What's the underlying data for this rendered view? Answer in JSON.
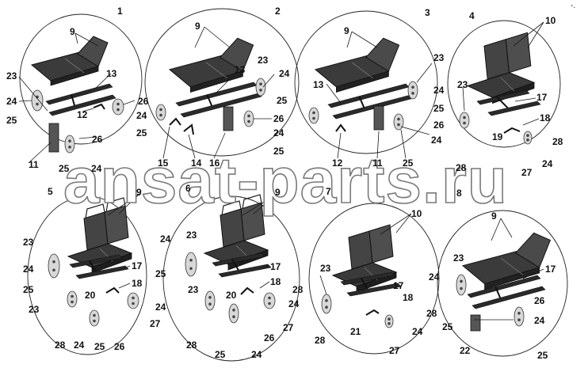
{
  "diagram": {
    "watermark": "ansat-parts.ru",
    "corner_mark": "-."
  },
  "callouts": [
    {
      "id": "c1",
      "text": "1"
    },
    {
      "id": "c2",
      "text": "2"
    },
    {
      "id": "c3",
      "text": "3"
    },
    {
      "id": "c4",
      "text": "4"
    },
    {
      "id": "c5",
      "text": "5"
    },
    {
      "id": "c6",
      "text": "6"
    },
    {
      "id": "c7",
      "text": "7"
    },
    {
      "id": "c8",
      "text": "8"
    },
    {
      "id": "a9",
      "text": "9"
    },
    {
      "id": "a23",
      "text": "23"
    },
    {
      "id": "a13",
      "text": "13"
    },
    {
      "id": "a24",
      "text": "24"
    },
    {
      "id": "a25",
      "text": "25"
    },
    {
      "id": "a12",
      "text": "12"
    },
    {
      "id": "a26",
      "text": "26"
    },
    {
      "id": "a24b",
      "text": "24"
    },
    {
      "id": "a25b",
      "text": "25"
    },
    {
      "id": "a26b",
      "text": "26"
    },
    {
      "id": "a11",
      "text": "11"
    },
    {
      "id": "a25c",
      "text": "25"
    },
    {
      "id": "a24c",
      "text": "24"
    },
    {
      "id": "b9",
      "text": "9"
    },
    {
      "id": "b23",
      "text": "23"
    },
    {
      "id": "b24",
      "text": "24"
    },
    {
      "id": "b13",
      "text": "13"
    },
    {
      "id": "b25",
      "text": "25"
    },
    {
      "id": "b26",
      "text": "26"
    },
    {
      "id": "b24b",
      "text": "24"
    },
    {
      "id": "b25b",
      "text": "25"
    },
    {
      "id": "b15",
      "text": "15"
    },
    {
      "id": "b14",
      "text": "14"
    },
    {
      "id": "b16",
      "text": "16"
    },
    {
      "id": "d9",
      "text": "9"
    },
    {
      "id": "d23",
      "text": "23"
    },
    {
      "id": "d13",
      "text": "13"
    },
    {
      "id": "d24",
      "text": "24"
    },
    {
      "id": "d25",
      "text": "25"
    },
    {
      "id": "d26",
      "text": "26"
    },
    {
      "id": "d24b",
      "text": "24"
    },
    {
      "id": "d12",
      "text": "12"
    },
    {
      "id": "d11",
      "text": "11"
    },
    {
      "id": "d25b",
      "text": "25"
    },
    {
      "id": "e10",
      "text": "10"
    },
    {
      "id": "e23",
      "text": "23"
    },
    {
      "id": "e17",
      "text": "17"
    },
    {
      "id": "e18",
      "text": "18"
    },
    {
      "id": "e19",
      "text": "19"
    },
    {
      "id": "e28",
      "text": "28"
    },
    {
      "id": "e28b",
      "text": "28"
    },
    {
      "id": "e27",
      "text": "27"
    },
    {
      "id": "e24",
      "text": "24"
    },
    {
      "id": "f9",
      "text": "9"
    },
    {
      "id": "f23",
      "text": "23"
    },
    {
      "id": "f24",
      "text": "24"
    },
    {
      "id": "f25",
      "text": "25"
    },
    {
      "id": "f17",
      "text": "17"
    },
    {
      "id": "f18",
      "text": "18"
    },
    {
      "id": "f20",
      "text": "20"
    },
    {
      "id": "f23b",
      "text": "23"
    },
    {
      "id": "f24b",
      "text": "24"
    },
    {
      "id": "f27",
      "text": "27"
    },
    {
      "id": "f28",
      "text": "28"
    },
    {
      "id": "f24c",
      "text": "24"
    },
    {
      "id": "f25b",
      "text": "25"
    },
    {
      "id": "f26",
      "text": "26"
    },
    {
      "id": "g9",
      "text": "9"
    },
    {
      "id": "g24",
      "text": "24"
    },
    {
      "id": "g23",
      "text": "23"
    },
    {
      "id": "g25",
      "text": "25"
    },
    {
      "id": "g17",
      "text": "17"
    },
    {
      "id": "g18",
      "text": "18"
    },
    {
      "id": "g23b",
      "text": "23"
    },
    {
      "id": "g20",
      "text": "20"
    },
    {
      "id": "g28",
      "text": "28"
    },
    {
      "id": "g24b",
      "text": "24"
    },
    {
      "id": "g28b",
      "text": "28"
    },
    {
      "id": "g27",
      "text": "27"
    },
    {
      "id": "g25b",
      "text": "25"
    },
    {
      "id": "g24c",
      "text": "24"
    },
    {
      "id": "g26",
      "text": "26"
    },
    {
      "id": "h10",
      "text": "10"
    },
    {
      "id": "h23",
      "text": "23"
    },
    {
      "id": "h17",
      "text": "17"
    },
    {
      "id": "h18",
      "text": "18"
    },
    {
      "id": "h28",
      "text": "28"
    },
    {
      "id": "h21",
      "text": "21"
    },
    {
      "id": "h24",
      "text": "24"
    },
    {
      "id": "h27",
      "text": "27"
    },
    {
      "id": "h28b",
      "text": "28"
    },
    {
      "id": "i9",
      "text": "9"
    },
    {
      "id": "i23",
      "text": "23"
    },
    {
      "id": "i24",
      "text": "24"
    },
    {
      "id": "i17",
      "text": "17"
    },
    {
      "id": "i26",
      "text": "26"
    },
    {
      "id": "i25",
      "text": "25"
    },
    {
      "id": "i24b",
      "text": "24"
    },
    {
      "id": "i22",
      "text": "22"
    },
    {
      "id": "i25b",
      "text": "25"
    }
  ]
}
